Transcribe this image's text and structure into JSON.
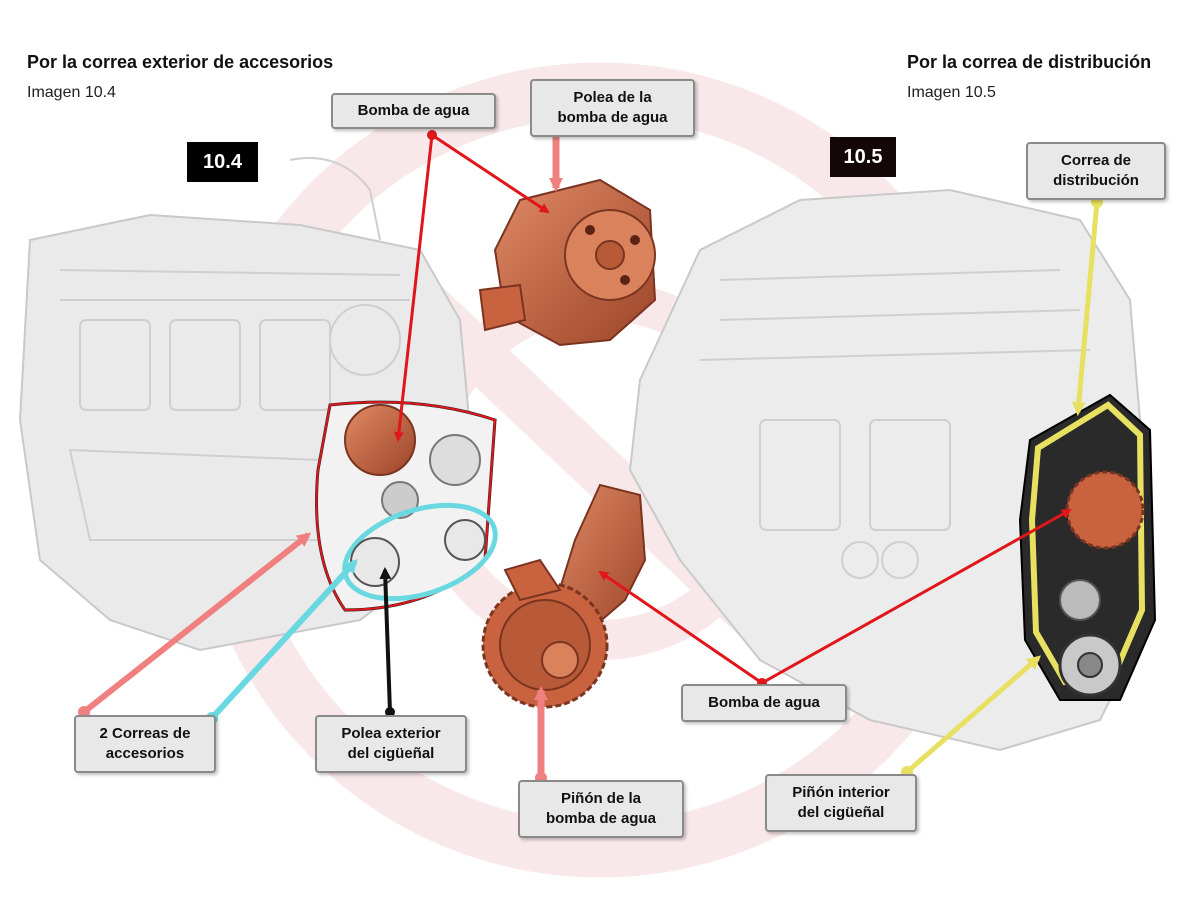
{
  "left": {
    "heading": "Por la correa exterior de accesorios",
    "subheading": "Imagen 10.4",
    "badge": "10.4"
  },
  "right": {
    "heading": "Por la correa  de distribución",
    "subheading": "Imagen 10.5",
    "badge": "10.5"
  },
  "labels": {
    "bomba_agua_top": "Bomba de agua",
    "polea_bomba": "Polea de la\nbomba de agua",
    "correa_distribucion": "Correa de\ndistribución",
    "correas_accesorios": "2 Correas de\naccesorios",
    "polea_cigueñal": "Polea exterior\ndel cigüeñal",
    "bomba_agua_bottom": "Bomba de agua",
    "pinon_bomba": "Piñón de la\nbomba de agua",
    "pinon_cigueñal": "Piñón interior\ndel cigüeñal"
  },
  "colors": {
    "red_arrow": "#e0161b",
    "pink_arrow": "#f08080",
    "cyan_arrow": "#6ad8e0",
    "yellow_arrow": "#e8e060",
    "black_arrow": "#111111",
    "pump_orange": "#c8623f",
    "watermark": "#f3d6d8"
  }
}
